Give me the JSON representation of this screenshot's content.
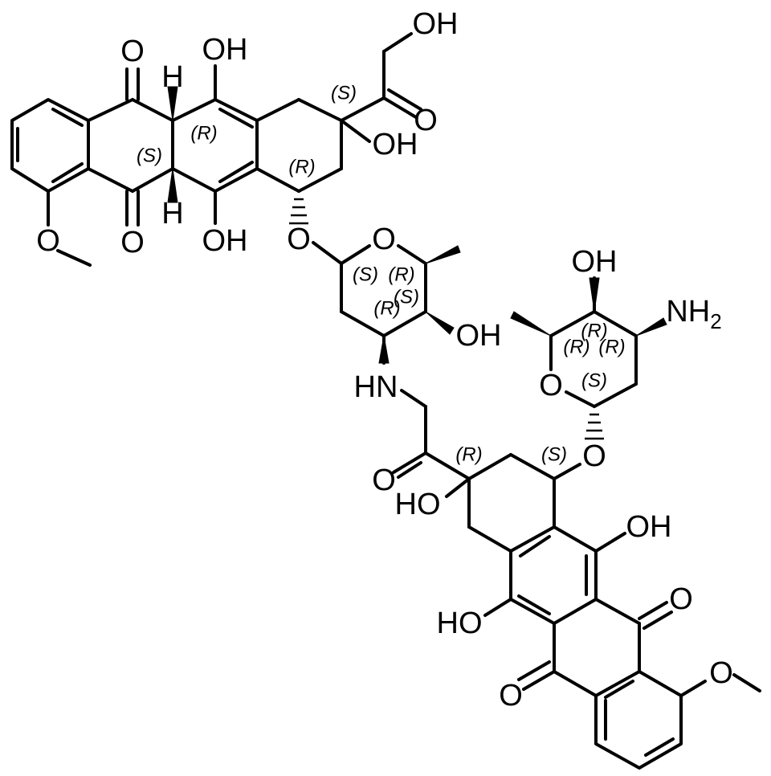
{
  "atom_labels": {
    "o_keto_top": "O",
    "o_keto_bottom": "O",
    "oh_top_ring": "OH",
    "oh_bottom_ring": "OH",
    "h_top": "H",
    "h_bottom": "H",
    "o_methoxy_left": "O",
    "oh_sidechain": "OH",
    "o_sidechain": "O",
    "oh_c9": "OH",
    "o_glycosidic_1": "O",
    "o_ring_sugar_1": "O",
    "oh_sugar_1": "OH",
    "nh_linker": "HN",
    "o_amide": "O",
    "ho_c9_lower": "HO",
    "o_glycosidic_2": "O",
    "o_ring_sugar_2": "O",
    "oh_sugar_2": "OH",
    "nh2": "NH",
    "nh2_sub": "2",
    "oh_lower_ring_right": "OH",
    "ho_lower_ring_left": "HO",
    "o_keto_lower_right": "O",
    "o_keto_lower_left": "O",
    "o_methoxy_right": "O"
  },
  "stereo_labels": {
    "s_c9_top": "(S)",
    "r_c7_top": "(R)",
    "r_ring_junction": "(R)",
    "s_ring_junction": "(S)",
    "s_sugar1_a": "(S)",
    "r_sugar1_a": "(R)",
    "s_sugar1_b": "(S)",
    "r_sugar1_b": "(R)",
    "r_sugar2_a": "(R)",
    "r_sugar2_b": "(R)",
    "r_sugar2_c": "(R)",
    "s_sugar2": "(S)",
    "r_c9_lower": "(R)",
    "s_c7_lower": "(S)"
  }
}
